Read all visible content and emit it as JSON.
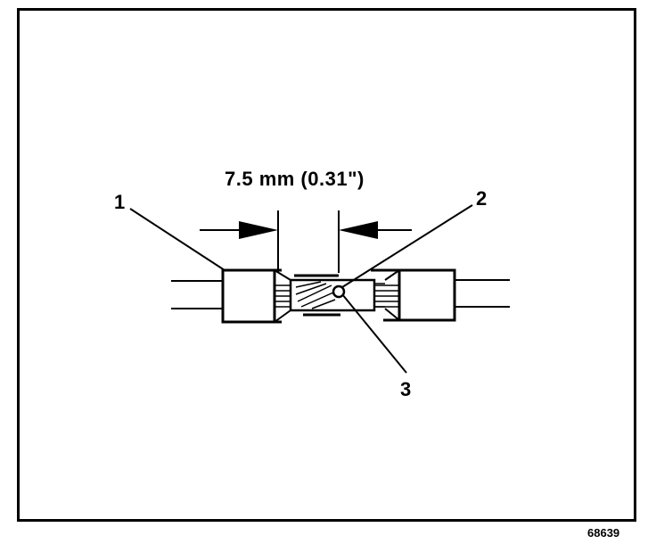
{
  "figure": {
    "dimension_label": "7.5 mm (0.31\")",
    "callouts": [
      "1",
      "2",
      "3"
    ],
    "figure_number": "68639"
  }
}
